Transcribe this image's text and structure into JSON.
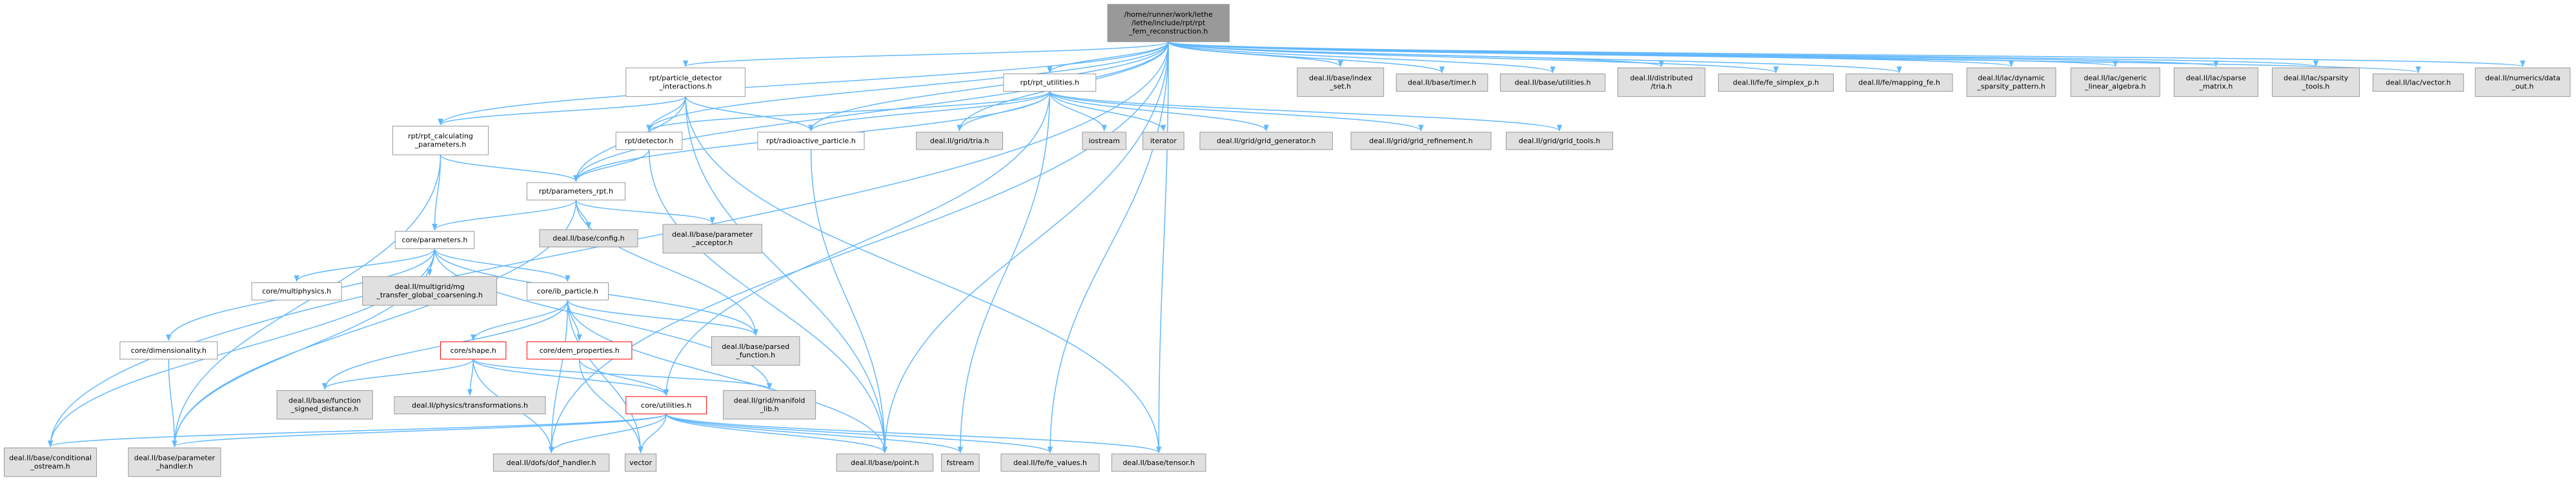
{
  "graph": {
    "colors": {
      "root_fill": "#999999",
      "project_fill": "#ffffff",
      "external_fill": "#e0e0e0",
      "truncated_stroke": "#ff0000",
      "border": "#999999",
      "edge": "#63b8ff",
      "text": "#000000"
    },
    "nodes": [
      {
        "id": "root",
        "kind": "root",
        "lines": [
          "/home/runner/work/lethe",
          "/lethe/include/rpt/rpt",
          "_fem_reconstruction.h"
        ]
      },
      {
        "id": "pdi",
        "kind": "project",
        "lines": [
          "rpt/particle_detector",
          "_interactions.h"
        ]
      },
      {
        "id": "utilities_h",
        "kind": "project",
        "lines": [
          "rpt/rpt_utilities.h"
        ]
      },
      {
        "id": "index_set",
        "kind": "external",
        "lines": [
          "deal.II/base/index",
          "_set.h"
        ]
      },
      {
        "id": "timer",
        "kind": "external",
        "lines": [
          "deal.II/base/timer.h"
        ]
      },
      {
        "id": "base_util",
        "kind": "external",
        "lines": [
          "deal.II/base/utilities.h"
        ]
      },
      {
        "id": "dist_tria",
        "kind": "external",
        "lines": [
          "deal.II/distributed",
          "/tria.h"
        ]
      },
      {
        "id": "fe_simplex",
        "kind": "external",
        "lines": [
          "deal.II/fe/fe_simplex_p.h"
        ]
      },
      {
        "id": "mapping_fe",
        "kind": "external",
        "lines": [
          "deal.II/fe/mapping_fe.h"
        ]
      },
      {
        "id": "dyn_sparsity",
        "kind": "external",
        "lines": [
          "deal.II/lac/dynamic",
          "_sparsity_pattern.h"
        ]
      },
      {
        "id": "generic_la",
        "kind": "external",
        "lines": [
          "deal.II/lac/generic",
          "_linear_algebra.h"
        ]
      },
      {
        "id": "sparse_matrix",
        "kind": "external",
        "lines": [
          "deal.II/lac/sparse",
          "_matrix.h"
        ]
      },
      {
        "id": "sparsity_tools",
        "kind": "external",
        "lines": [
          "deal.II/lac/sparsity",
          "_tools.h"
        ]
      },
      {
        "id": "lac_vector",
        "kind": "external",
        "lines": [
          "deal.II/lac/vector.h"
        ]
      },
      {
        "id": "data_out",
        "kind": "external",
        "lines": [
          "deal.II/numerics/data",
          "_out.h"
        ]
      },
      {
        "id": "calc_params",
        "kind": "project",
        "lines": [
          "rpt/rpt_calculating",
          "_parameters.h"
        ]
      },
      {
        "id": "detector",
        "kind": "project",
        "lines": [
          "rpt/detector.h"
        ]
      },
      {
        "id": "radioactive",
        "kind": "project",
        "lines": [
          "rpt/radioactive_particle.h"
        ]
      },
      {
        "id": "grid_tria",
        "kind": "external",
        "lines": [
          "deal.II/grid/tria.h"
        ]
      },
      {
        "id": "iostream",
        "kind": "external",
        "lines": [
          "iostream"
        ]
      },
      {
        "id": "iterator",
        "kind": "external",
        "lines": [
          "iterator"
        ]
      },
      {
        "id": "grid_gen",
        "kind": "external",
        "lines": [
          "deal.II/grid/grid_generator.h"
        ]
      },
      {
        "id": "grid_ref",
        "kind": "external",
        "lines": [
          "deal.II/grid/grid_refinement.h"
        ]
      },
      {
        "id": "grid_tools",
        "kind": "external",
        "lines": [
          "deal.II/grid/grid_tools.h"
        ]
      },
      {
        "id": "params_rpt",
        "kind": "project",
        "lines": [
          "rpt/parameters_rpt.h"
        ]
      },
      {
        "id": "config",
        "kind": "external",
        "lines": [
          "deal.II/base/config.h"
        ]
      },
      {
        "id": "param_acceptor",
        "kind": "external",
        "lines": [
          "deal.II/base/parameter",
          "_acceptor.h"
        ]
      },
      {
        "id": "core_params",
        "kind": "project",
        "lines": [
          "core/parameters.h"
        ]
      },
      {
        "id": "multiphysics",
        "kind": "project",
        "lines": [
          "core/multiphysics.h"
        ]
      },
      {
        "id": "mg_transfer",
        "kind": "external",
        "lines": [
          "deal.II/multigrid/mg",
          "_transfer_global_coarsening.h"
        ]
      },
      {
        "id": "ib_particle",
        "kind": "project",
        "lines": [
          "core/ib_particle.h"
        ]
      },
      {
        "id": "dimensionality",
        "kind": "project",
        "lines": [
          "core/dimensionality.h"
        ]
      },
      {
        "id": "shape",
        "kind": "truncated",
        "lines": [
          "core/shape.h"
        ]
      },
      {
        "id": "dem_props",
        "kind": "truncated",
        "lines": [
          "core/dem_properties.h"
        ]
      },
      {
        "id": "parsed_fn",
        "kind": "external",
        "lines": [
          "deal.II/base/parsed",
          "_function.h"
        ]
      },
      {
        "id": "fn_signed",
        "kind": "external",
        "lines": [
          "deal.II/base/function",
          "_signed_distance.h"
        ]
      },
      {
        "id": "transformations",
        "kind": "external",
        "lines": [
          "deal.II/physics/transformations.h"
        ]
      },
      {
        "id": "core_util",
        "kind": "truncated",
        "lines": [
          "core/utilities.h"
        ]
      },
      {
        "id": "manifold_lib",
        "kind": "external",
        "lines": [
          "deal.II/grid/manifold",
          "_lib.h"
        ]
      },
      {
        "id": "cond_ostream",
        "kind": "external",
        "lines": [
          "deal.II/base/conditional",
          "_ostream.h"
        ]
      },
      {
        "id": "param_handler",
        "kind": "external",
        "lines": [
          "deal.II/base/parameter",
          "_handler.h"
        ]
      },
      {
        "id": "dof_handler",
        "kind": "external",
        "lines": [
          "deal.II/dofs/dof_handler.h"
        ]
      },
      {
        "id": "vector",
        "kind": "external",
        "lines": [
          "vector"
        ]
      },
      {
        "id": "point",
        "kind": "external",
        "lines": [
          "deal.II/base/point.h"
        ]
      },
      {
        "id": "fstream",
        "kind": "external",
        "lines": [
          "fstream"
        ]
      },
      {
        "id": "fe_values",
        "kind": "external",
        "lines": [
          "deal.II/fe/fe_values.h"
        ]
      },
      {
        "id": "tensor",
        "kind": "external",
        "lines": [
          "deal.II/base/tensor.h"
        ]
      }
    ],
    "edges": [
      [
        "root",
        "pdi"
      ],
      [
        "root",
        "utilities_h"
      ],
      [
        "root",
        "index_set"
      ],
      [
        "root",
        "timer"
      ],
      [
        "root",
        "base_util"
      ],
      [
        "root",
        "dist_tria"
      ],
      [
        "root",
        "fe_simplex"
      ],
      [
        "root",
        "mapping_fe"
      ],
      [
        "root",
        "dyn_sparsity"
      ],
      [
        "root",
        "generic_la"
      ],
      [
        "root",
        "sparse_matrix"
      ],
      [
        "root",
        "sparsity_tools"
      ],
      [
        "root",
        "lac_vector"
      ],
      [
        "root",
        "data_out"
      ],
      [
        "root",
        "calc_params"
      ],
      [
        "root",
        "detector"
      ],
      [
        "root",
        "radioactive"
      ],
      [
        "root",
        "grid_tria"
      ],
      [
        "root",
        "params_rpt"
      ],
      [
        "root",
        "cond_ostream"
      ],
      [
        "root",
        "dof_handler"
      ],
      [
        "root",
        "point"
      ],
      [
        "root",
        "fe_values"
      ],
      [
        "root",
        "tensor"
      ],
      [
        "pdi",
        "calc_params"
      ],
      [
        "pdi",
        "detector"
      ],
      [
        "pdi",
        "radioactive"
      ],
      [
        "pdi",
        "params_rpt"
      ],
      [
        "pdi",
        "point"
      ],
      [
        "pdi",
        "tensor"
      ],
      [
        "utilities_h",
        "detector"
      ],
      [
        "utilities_h",
        "radioactive"
      ],
      [
        "utilities_h",
        "grid_tria"
      ],
      [
        "utilities_h",
        "iostream"
      ],
      [
        "utilities_h",
        "iterator"
      ],
      [
        "utilities_h",
        "grid_gen"
      ],
      [
        "utilities_h",
        "grid_ref"
      ],
      [
        "utilities_h",
        "grid_tools"
      ],
      [
        "utilities_h",
        "params_rpt"
      ],
      [
        "utilities_h",
        "core_util"
      ],
      [
        "utilities_h",
        "fstream"
      ],
      [
        "calc_params",
        "params_rpt"
      ],
      [
        "calc_params",
        "core_params"
      ],
      [
        "calc_params",
        "param_handler"
      ],
      [
        "detector",
        "params_rpt"
      ],
      [
        "detector",
        "point"
      ],
      [
        "radioactive",
        "point"
      ],
      [
        "params_rpt",
        "config"
      ],
      [
        "params_rpt",
        "param_acceptor"
      ],
      [
        "params_rpt",
        "core_params"
      ],
      [
        "params_rpt",
        "parsed_fn"
      ],
      [
        "params_rpt",
        "param_handler"
      ],
      [
        "core_params",
        "multiphysics"
      ],
      [
        "core_params",
        "mg_transfer"
      ],
      [
        "core_params",
        "ib_particle"
      ],
      [
        "core_params",
        "dimensionality"
      ],
      [
        "core_params",
        "parsed_fn"
      ],
      [
        "core_params",
        "cond_ostream"
      ],
      [
        "core_params",
        "param_handler"
      ],
      [
        "core_params",
        "manifold_lib"
      ],
      [
        "ib_particle",
        "shape"
      ],
      [
        "ib_particle",
        "dem_props"
      ],
      [
        "ib_particle",
        "parsed_fn"
      ],
      [
        "ib_particle",
        "fn_signed"
      ],
      [
        "ib_particle",
        "point"
      ],
      [
        "ib_particle",
        "dof_handler"
      ],
      [
        "ib_particle",
        "vector"
      ],
      [
        "dimensionality",
        "param_handler"
      ],
      [
        "shape",
        "fn_signed"
      ],
      [
        "shape",
        "transformations"
      ],
      [
        "shape",
        "core_util"
      ],
      [
        "shape",
        "manifold_lib"
      ],
      [
        "shape",
        "dof_handler"
      ],
      [
        "dem_props",
        "core_util"
      ],
      [
        "dem_props",
        "vector"
      ],
      [
        "core_util",
        "cond_ostream"
      ],
      [
        "core_util",
        "param_handler"
      ],
      [
        "core_util",
        "dof_handler"
      ],
      [
        "core_util",
        "vector"
      ],
      [
        "core_util",
        "point"
      ],
      [
        "core_util",
        "fstream"
      ],
      [
        "core_util",
        "fe_values"
      ],
      [
        "core_util",
        "tensor"
      ]
    ]
  }
}
